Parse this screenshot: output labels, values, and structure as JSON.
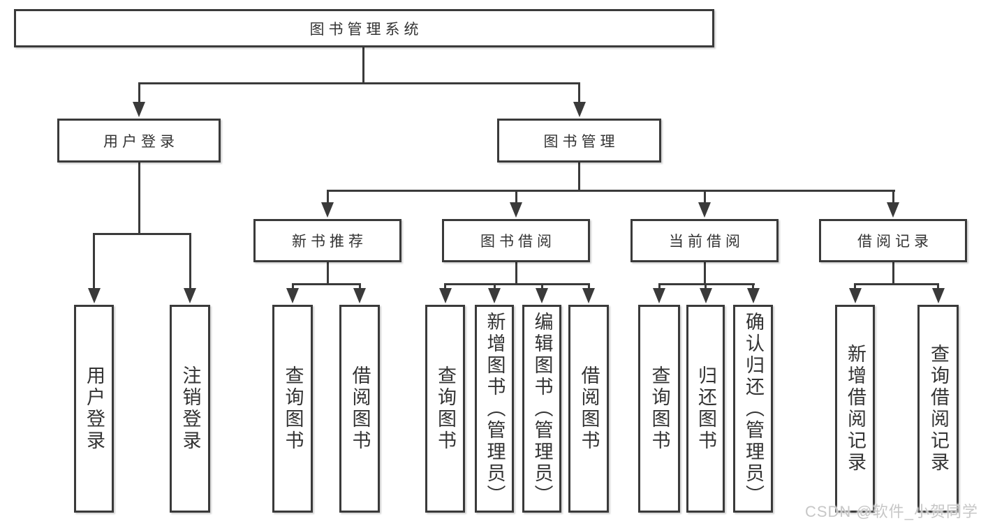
{
  "diagram_title": "图书管理系统",
  "tree": {
    "label": "图书管理系统",
    "children": [
      {
        "label": "用户登录",
        "children": [
          {
            "label": "用户登录"
          },
          {
            "label": "注销登录"
          }
        ]
      },
      {
        "label": "图书管理",
        "children": [
          {
            "label": "新书推荐",
            "children": [
              {
                "label": "查询图书"
              },
              {
                "label": "借阅图书"
              }
            ]
          },
          {
            "label": "图书借阅",
            "children": [
              {
                "label": "查询图书"
              },
              {
                "label": "新增图书（管理员）"
              },
              {
                "label": "编辑图书（管理员）"
              },
              {
                "label": "借阅图书"
              }
            ]
          },
          {
            "label": "当前借阅",
            "children": [
              {
                "label": "查询图书"
              },
              {
                "label": "归还图书"
              },
              {
                "label": "确认归还（管理员）"
              }
            ]
          },
          {
            "label": "借阅记录",
            "children": [
              {
                "label": "新增借阅记录"
              },
              {
                "label": "查询借阅记录"
              }
            ]
          }
        ]
      }
    ]
  },
  "watermark": "CSDN @软件_小贺同学",
  "colors": {
    "line": "#3a3a3a",
    "text": "#333333",
    "watermark": "#c7c7c7",
    "background": "#ffffff"
  }
}
